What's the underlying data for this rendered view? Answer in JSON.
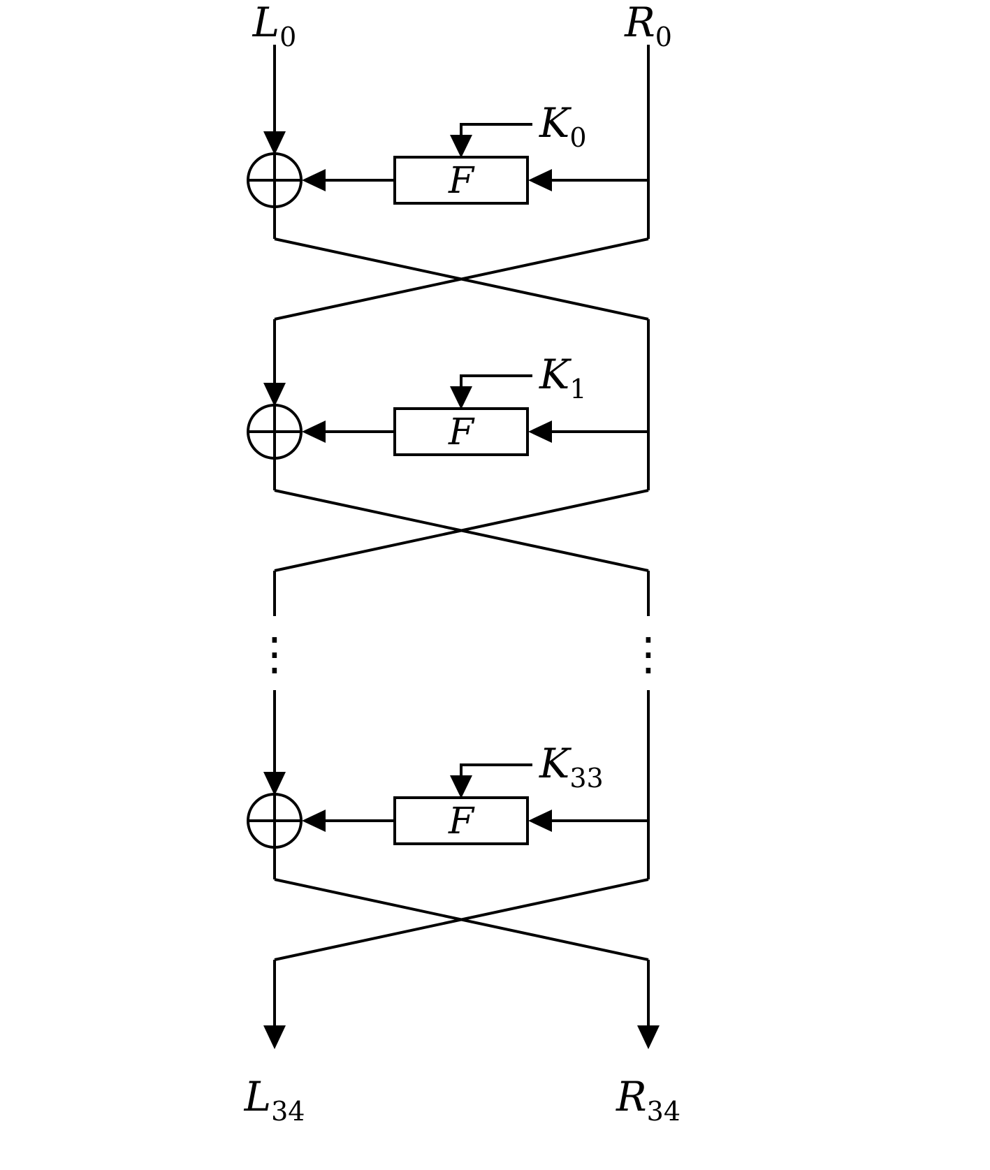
{
  "colors": {
    "stroke": "#000000",
    "background": "#ffffff"
  },
  "diagram": {
    "inputs": {
      "left": {
        "main": "L",
        "sub": "0"
      },
      "right": {
        "main": "R",
        "sub": "0"
      }
    },
    "rounds": [
      {
        "key": {
          "main": "K",
          "sub": "0"
        },
        "function_label": "F"
      },
      {
        "key": {
          "main": "K",
          "sub": "1"
        },
        "function_label": "F"
      },
      {
        "key": {
          "main": "K",
          "sub": "33"
        },
        "function_label": "F"
      }
    ],
    "ellipsis": "⋮",
    "outputs": {
      "left": {
        "main": "L",
        "sub": "34"
      },
      "right": {
        "main": "R",
        "sub": "34"
      }
    }
  }
}
